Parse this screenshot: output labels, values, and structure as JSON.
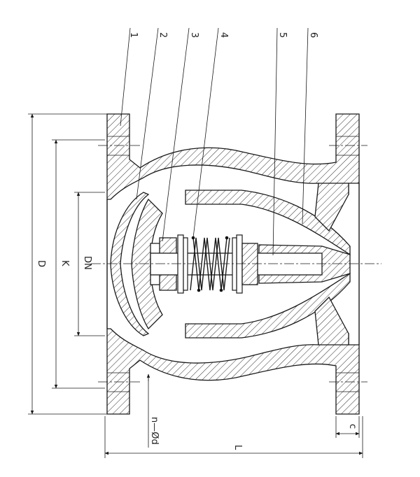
{
  "figure": {
    "parts": [
      {
        "num": "1"
      },
      {
        "num": "2"
      },
      {
        "num": "3"
      },
      {
        "num": "4"
      },
      {
        "num": "5"
      },
      {
        "num": "6"
      }
    ],
    "dimensions": {
      "D": "D",
      "K": "K",
      "DN": "DN",
      "bolts": "n—Ød",
      "L": "L",
      "c": "c"
    }
  }
}
